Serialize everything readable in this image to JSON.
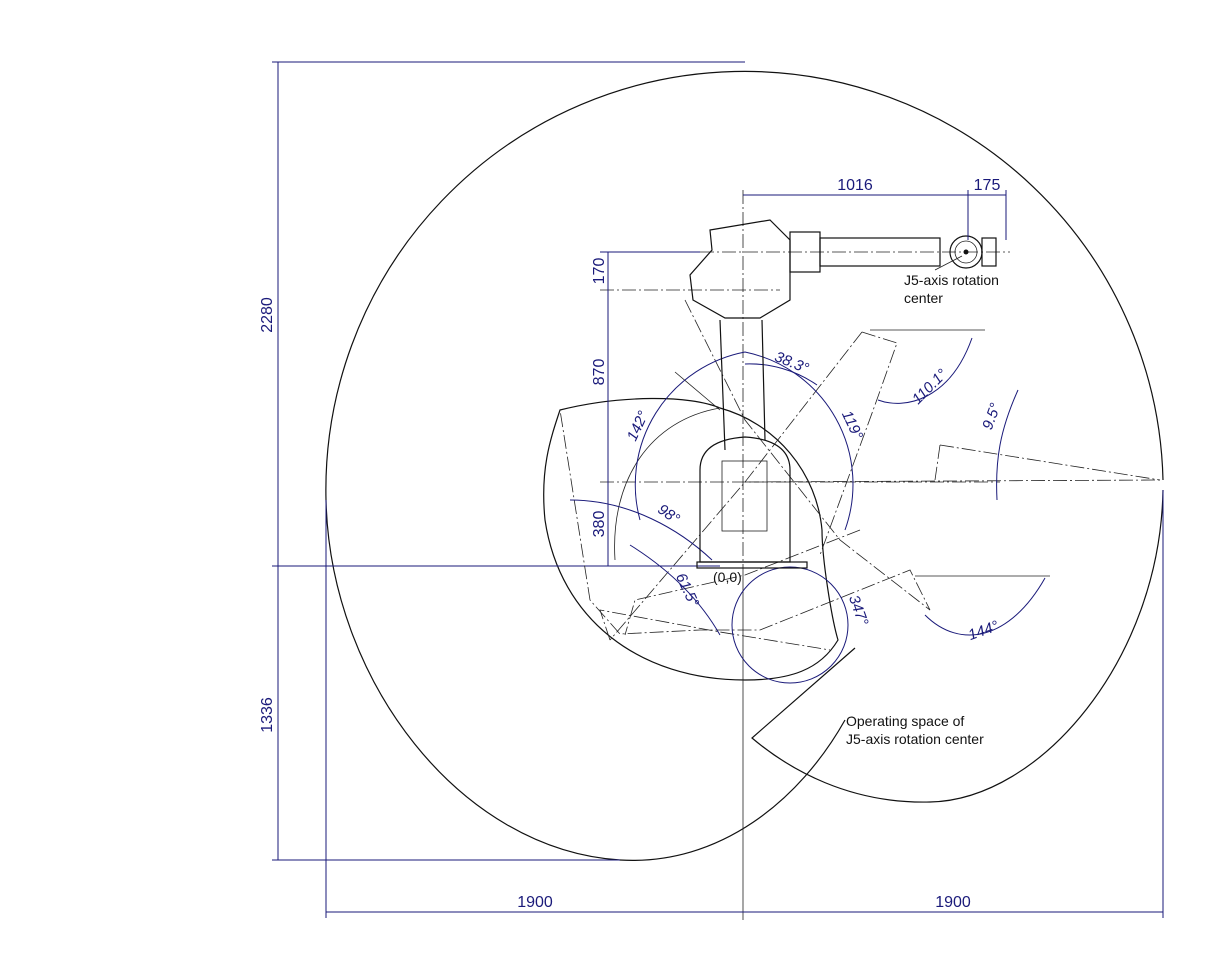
{
  "dimensions": {
    "total_height_upper": "2280",
    "total_height_lower": "1336",
    "reach_left": "1900",
    "reach_right": "1900",
    "arm_length": "1016",
    "wrist_offset": "175",
    "arm_offset": "170",
    "lower_arm_length": "870",
    "base_height": "380"
  },
  "angles": {
    "a1": "38.3°",
    "a2": "110.1°",
    "a3": "9.5°",
    "a4": "142°",
    "a5": "119°",
    "a6": "98°",
    "a7": "61.5°",
    "a8": "347°",
    "a9": "144°"
  },
  "labels": {
    "origin": "(0,0)",
    "j5_center_line1": "J5-axis rotation",
    "j5_center_line2": "center",
    "operating_space_line1": "Operating space of",
    "operating_space_line2": "J5-axis rotation center"
  },
  "colors": {
    "dimension": "#1a1a7a",
    "outline": "#111111"
  }
}
